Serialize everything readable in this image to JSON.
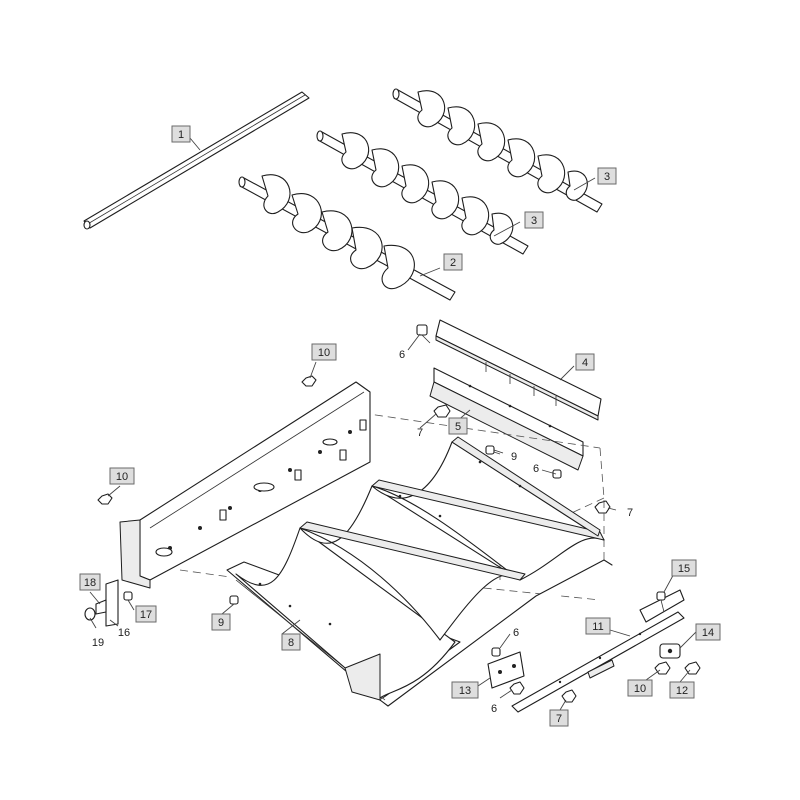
{
  "callouts": [
    {
      "id": "c1",
      "label": "1"
    },
    {
      "id": "c2",
      "label": "2"
    },
    {
      "id": "c3a",
      "label": "3"
    },
    {
      "id": "c3b",
      "label": "3"
    },
    {
      "id": "c4",
      "label": "4"
    },
    {
      "id": "c5",
      "label": "5"
    },
    {
      "id": "c6a",
      "label": "6"
    },
    {
      "id": "c6b",
      "label": "6"
    },
    {
      "id": "c6c",
      "label": "6"
    },
    {
      "id": "c6d",
      "label": "6"
    },
    {
      "id": "c7a",
      "label": "7"
    },
    {
      "id": "c7b",
      "label": "7"
    },
    {
      "id": "c7c",
      "label": "7"
    },
    {
      "id": "c8",
      "label": "8"
    },
    {
      "id": "c9a",
      "label": "9"
    },
    {
      "id": "c9b",
      "label": "9"
    },
    {
      "id": "c10a",
      "label": "10"
    },
    {
      "id": "c10b",
      "label": "10"
    },
    {
      "id": "c10c",
      "label": "10"
    },
    {
      "id": "c11",
      "label": "11"
    },
    {
      "id": "c12",
      "label": "12"
    },
    {
      "id": "c13",
      "label": "13"
    },
    {
      "id": "c14",
      "label": "14"
    },
    {
      "id": "c15",
      "label": "15"
    },
    {
      "id": "c16",
      "label": "16"
    },
    {
      "id": "c17",
      "label": "17"
    },
    {
      "id": "c18",
      "label": "18"
    },
    {
      "id": "c19",
      "label": "19"
    }
  ]
}
